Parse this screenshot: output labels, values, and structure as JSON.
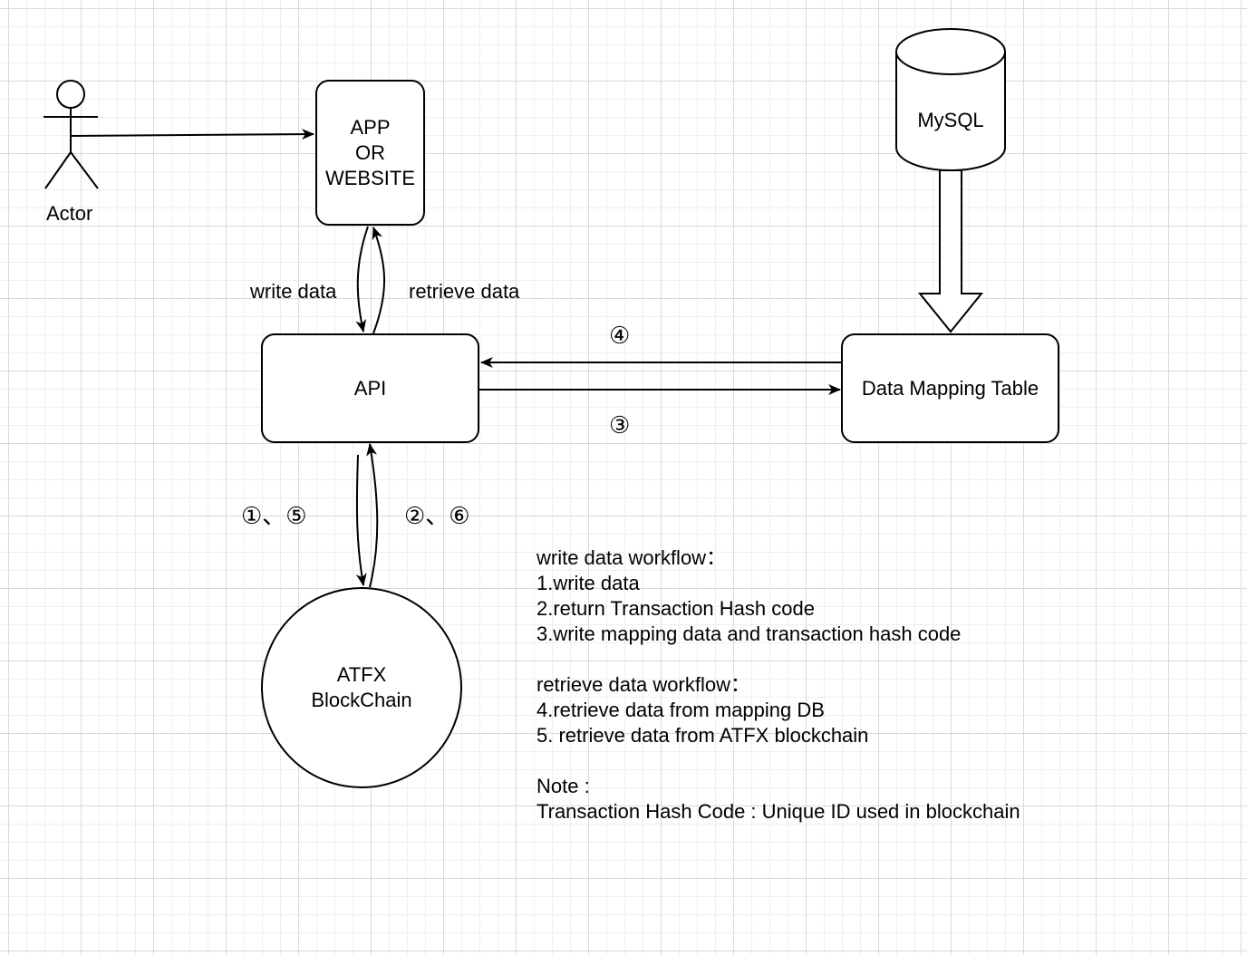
{
  "actor": {
    "label": "Actor"
  },
  "app_node": {
    "lines": [
      "APP",
      "OR",
      "WEBSITE"
    ]
  },
  "api_node": {
    "label": "API"
  },
  "mapping_node": {
    "label": "Data Mapping Table"
  },
  "mysql_node": {
    "label": "MySQL"
  },
  "blockchain_node": {
    "lines": [
      "ATFX",
      "BlockChain"
    ]
  },
  "edge_labels": {
    "write_data": "write data",
    "retrieve_data": "retrieve data",
    "step4": "④",
    "step3": "③",
    "step1_5": "①、⑤",
    "step2_6": "②、⑥"
  },
  "notes": {
    "write_title": "write data workflow：",
    "write_steps": [
      "1.write data",
      "2.return Transaction Hash code",
      "3.write mapping data and transaction hash code"
    ],
    "retrieve_title": "retrieve data workflow：",
    "retrieve_steps": [
      "4.retrieve data from mapping DB",
      "5. retrieve data from ATFX blockchain"
    ],
    "note_title": "Note :",
    "note_text": "Transaction Hash Code : Unique ID used in blockchain"
  }
}
